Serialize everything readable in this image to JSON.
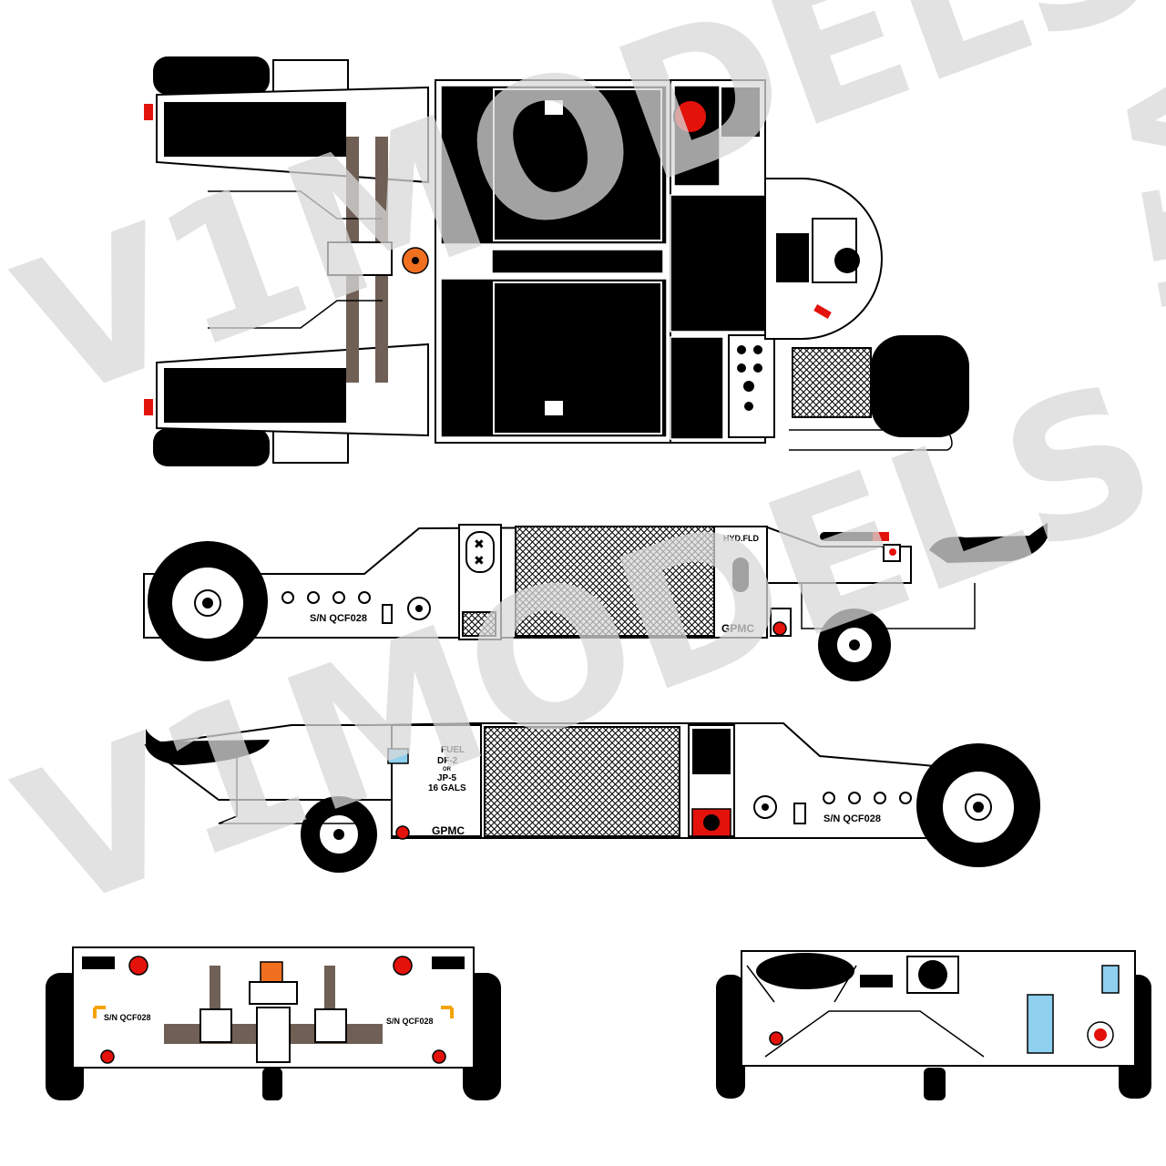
{
  "watermark": {
    "text": "V1MODELS",
    "color": "#d9d9d9"
  },
  "side_view_right": {
    "serial": "S/N QCF028",
    "maker": "GPMC",
    "hydraulic_label": "HYD.FLD"
  },
  "side_view_left": {
    "fuel_line1": "FUEL",
    "fuel_line2": "DF-2",
    "fuel_line3": "OR",
    "fuel_line4": "JP-5",
    "fuel_line5": "16 GALS",
    "maker": "GPMC",
    "serial": "S/N QCF028"
  },
  "front_view": {
    "serial_left": "S/N QCF028",
    "serial_right": "S/N QCF028"
  },
  "colors": {
    "body": "#ffffff",
    "panel": "#000000",
    "frame_brown": "#6f5f55",
    "light_red": "#e3120b",
    "beacon_orange": "#f07020",
    "accent_blue": "#8fd0ee",
    "stripe_yellow": "#f5a300"
  }
}
